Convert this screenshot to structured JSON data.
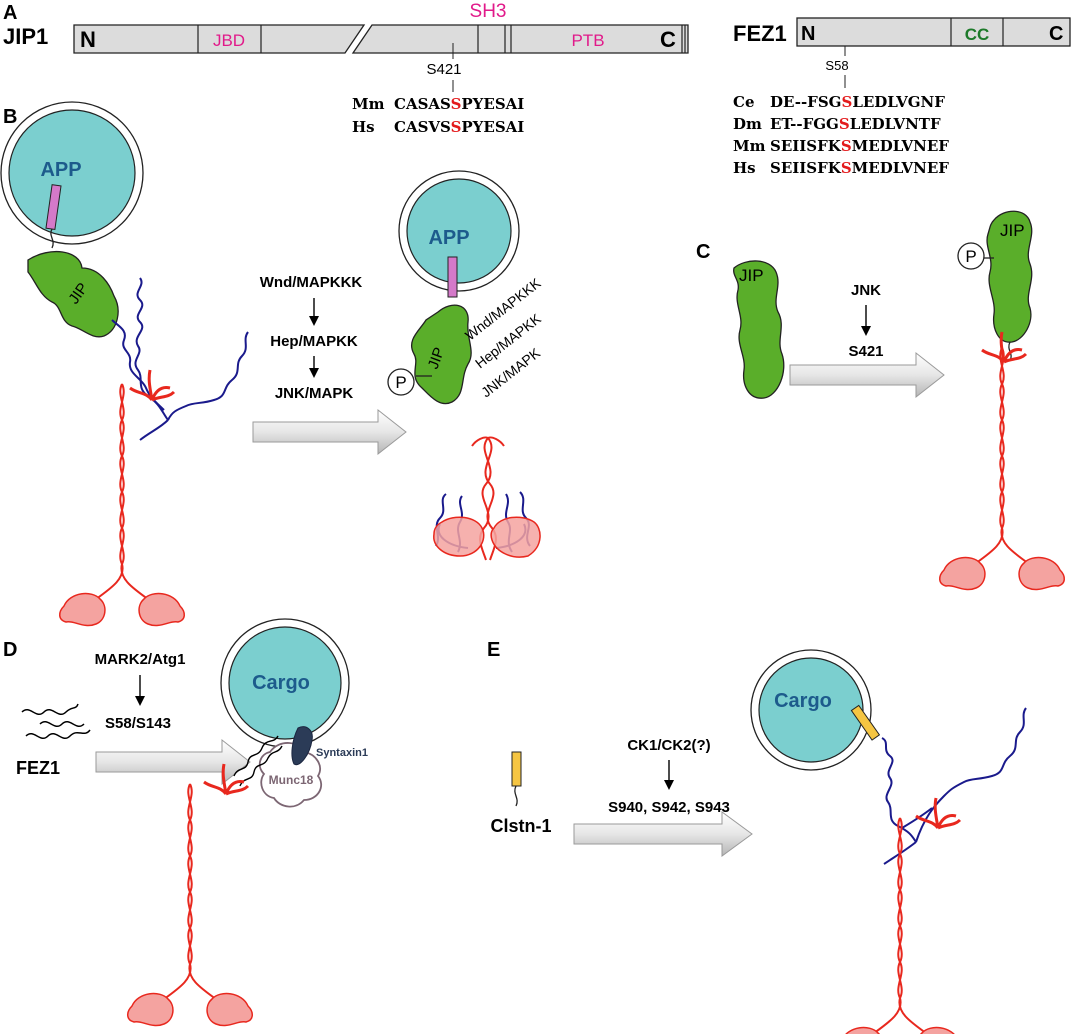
{
  "panels": {
    "A": "A",
    "B": "B",
    "C": "C",
    "D": "D",
    "E": "E"
  },
  "jip1": {
    "name": "JIP1",
    "n": "N",
    "c": "C",
    "domains": {
      "jbd": "JBD",
      "sh3": "SH3",
      "ptb": "PTB"
    },
    "site": "S421",
    "alignment": [
      {
        "species": "Mm",
        "pre": "CASAS",
        "site": "S",
        "post": "PYESAI"
      },
      {
        "species": "Hs",
        "pre": "CASVS",
        "site": "S",
        "post": "PYESAI"
      }
    ]
  },
  "fez1": {
    "name": "FEZ1",
    "n": "N",
    "c": "C",
    "domains": {
      "cc": "CC"
    },
    "site": "S58",
    "alignment": [
      {
        "species": "Ce",
        "pre": "DE--FSG",
        "site": "S",
        "post": "LEDLVGNF"
      },
      {
        "species": "Dm",
        "pre": "ET--FGG",
        "site": "S",
        "post": "LEDLVNTF"
      },
      {
        "species": "Mm",
        "pre": "SEIISFK",
        "site": "S",
        "post": "MEDLVNEF"
      },
      {
        "species": "Hs",
        "pre": "SEIISFK",
        "site": "S",
        "post": "MEDLVNEF"
      }
    ]
  },
  "panel_b": {
    "vesicle_label": "APP",
    "jip_label": "JIP",
    "cascade": [
      "Wnd/MAPKKK",
      "Hep/MAPKK",
      "JNK/MAPK"
    ],
    "bound_kinases": [
      "Wnd/MAPKKK",
      "Hep/MAPKK",
      "JNK/MAPK"
    ],
    "phospho": "P"
  },
  "panel_c": {
    "jip_label": "JIP",
    "kinase": "JNK",
    "site": "S421",
    "phospho": "P"
  },
  "panel_d": {
    "protein_label": "FEZ1",
    "kinase": "MARK2/Atg1",
    "sites": "S58/S143",
    "vesicle_label": "Cargo",
    "syntaxin": "Syntaxin1",
    "munc": "Munc18"
  },
  "panel_e": {
    "protein_label": "Clstn-1",
    "kinase": "CK1/CK2(?)",
    "sites": "S940, S942, S943",
    "vesicle_label": "Cargo"
  },
  "colors": {
    "kinesin_heavy": "#e8281e",
    "motor_head": "#f4a3a0",
    "kinesin_light": "#1a1a8c",
    "jip_fill": "#5aae2a",
    "vesicle_fill": "#7bcfcf",
    "app_tm": "#d479c9",
    "clstn": "#f5c542",
    "phospho_site": "#e31a1c",
    "domain_text": "#e11a8a",
    "cc_text": "#1d7a2a",
    "bar_fill": "#dcdcdc"
  }
}
